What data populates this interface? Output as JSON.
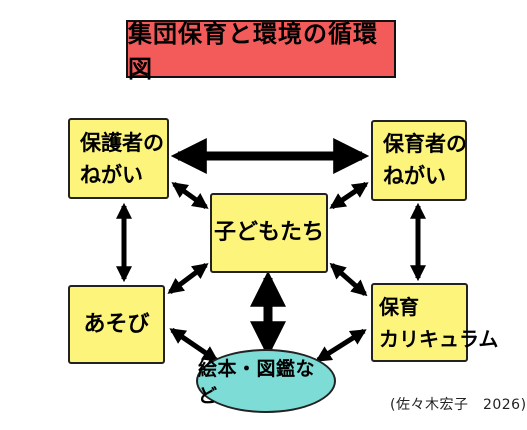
{
  "title": "集団保育と環境の循環図",
  "nodes": {
    "guardians": [
      "保護者の",
      "ねがい"
    ],
    "teachers": [
      "保育者の",
      "ねがい"
    ],
    "children": "子どもたち",
    "play": "あそび",
    "curriculum": [
      "保育",
      "カリキュラム"
    ],
    "books": "絵本・図鑑など"
  },
  "credit": "(佐々木宏子　2026)",
  "colors": {
    "title_fill": "#f35b5b",
    "node_fill": "#fdf47b",
    "books_fill": "#7ddcd6",
    "arrow": "#000000"
  },
  "connections": [
    {
      "from": "guardians",
      "to": "teachers",
      "directed": "both"
    },
    {
      "from": "guardians",
      "to": "children",
      "directed": "both"
    },
    {
      "from": "teachers",
      "to": "children",
      "directed": "both"
    },
    {
      "from": "guardians",
      "to": "play",
      "directed": "both"
    },
    {
      "from": "teachers",
      "to": "curriculum",
      "directed": "both"
    },
    {
      "from": "play",
      "to": "children",
      "directed": "both"
    },
    {
      "from": "curriculum",
      "to": "children",
      "directed": "both"
    },
    {
      "from": "children",
      "to": "books",
      "directed": "both"
    },
    {
      "from": "play",
      "to": "books",
      "directed": "both"
    },
    {
      "from": "curriculum",
      "to": "books",
      "directed": "both"
    }
  ]
}
